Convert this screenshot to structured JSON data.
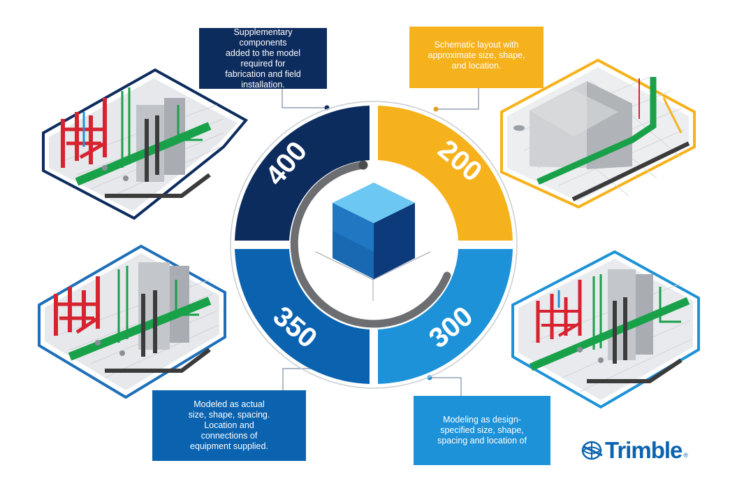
{
  "levels": [
    {
      "number": "400",
      "description": [
        "Supplementary components",
        "added to the model required for",
        "fabrication and field installation."
      ],
      "color": "#0d2c5e"
    },
    {
      "number": "200",
      "description": [
        "Schematic layout with",
        "approximate size, shape,",
        "and location."
      ],
      "color": "#f6b21c"
    },
    {
      "number": "350",
      "description": [
        "Modeled as actual",
        "size, shape, spacing.",
        "Location and",
        "connections of",
        "equipment supplied."
      ],
      "color": "#0b63b0"
    },
    {
      "number": "300",
      "description": [
        "Modeling as design-",
        "specified size, shape,",
        "spacing and location of"
      ],
      "color": "#1e92d8"
    }
  ],
  "brand": {
    "name": "Trimble",
    "mark": "®"
  },
  "colors": {
    "pipe_red": "#d6232f",
    "pipe_green": "#19a14a",
    "pipe_black": "#3b3b3b",
    "floor": "#dcdfe3",
    "block": "#c9c9c9"
  }
}
